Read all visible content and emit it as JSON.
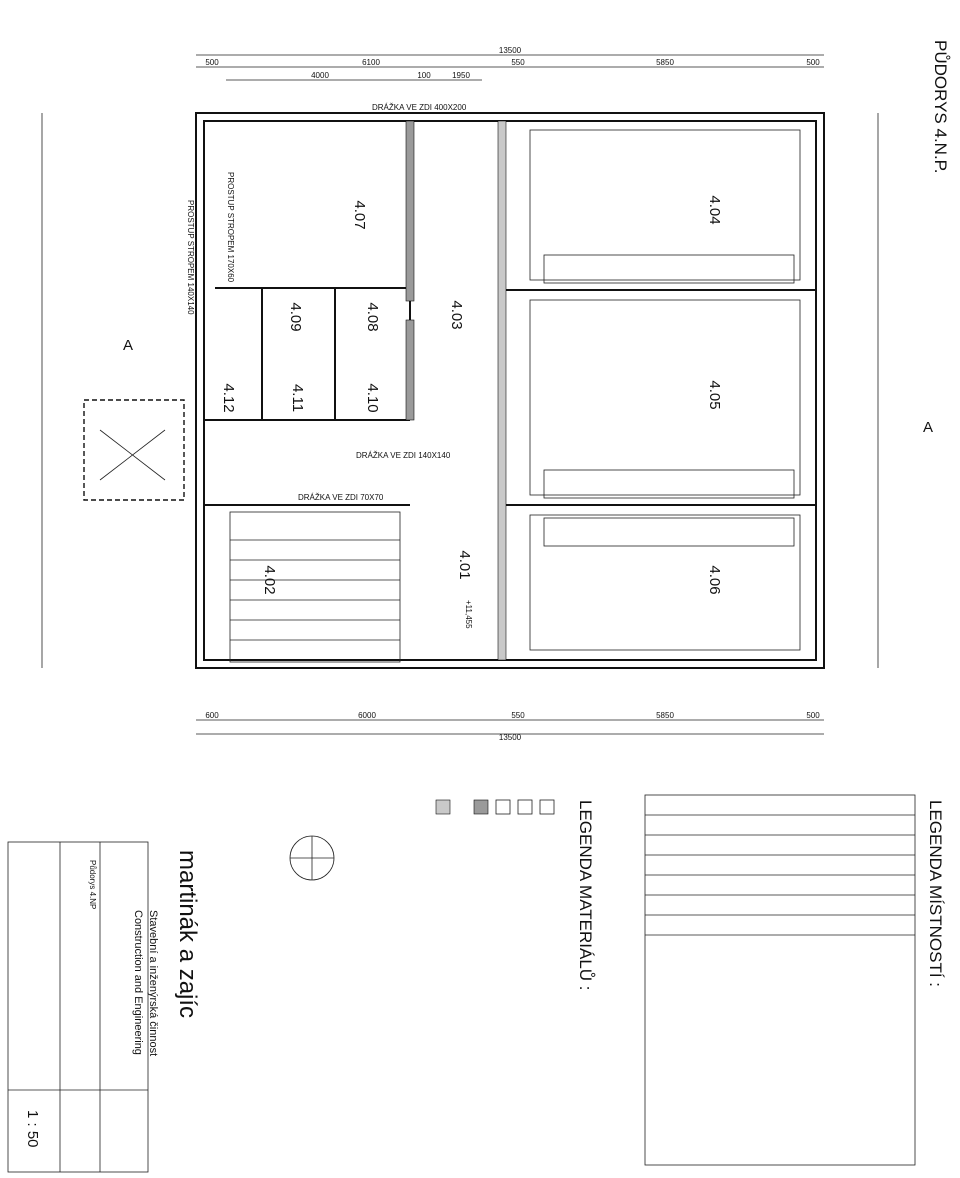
{
  "title": "PŮDORYS 4.N.P.",
  "legend_rooms_title": "LEGENDA MÍSTNOSTÍ :",
  "legend_materials_title": "LEGENDA MATERIÁLŮ :",
  "rooms": [
    "4.01",
    "4.02",
    "4.03",
    "4.04",
    "4.05",
    "4.06",
    "4.07",
    "4.08",
    "4.09",
    "4.10",
    "4.11",
    "4.12"
  ],
  "section_mark": "A",
  "dims": {
    "total": "13500",
    "top_segments": [
      "500",
      "6100",
      "550",
      "5850",
      "500"
    ],
    "sub_segments": [
      "4000",
      "100",
      "1950"
    ],
    "bottom_segments": [
      "600",
      "6000",
      "550",
      "5850",
      "500"
    ]
  },
  "labels": {
    "drazka_top": "DRÁŽKA VE ZDI 400X200",
    "drazka_mid": "DRÁŽKA VE ZDI 140X140",
    "drazka_stair": "DRÁŽKA VE ZDI 70X70",
    "prostup1": "PROSTUP STROPEM 140X140",
    "prostup2": "PROSTUP STROPEM 170X60",
    "level": "+11,455",
    "scale": "1 : 50"
  },
  "company": {
    "name": "martinák a zajíc",
    "tagline1": "Stavební a inženýrská činnost",
    "tagline2": "Construction and Engineering"
  },
  "title_block": {
    "drawing": "Půdorys 4.NP"
  }
}
